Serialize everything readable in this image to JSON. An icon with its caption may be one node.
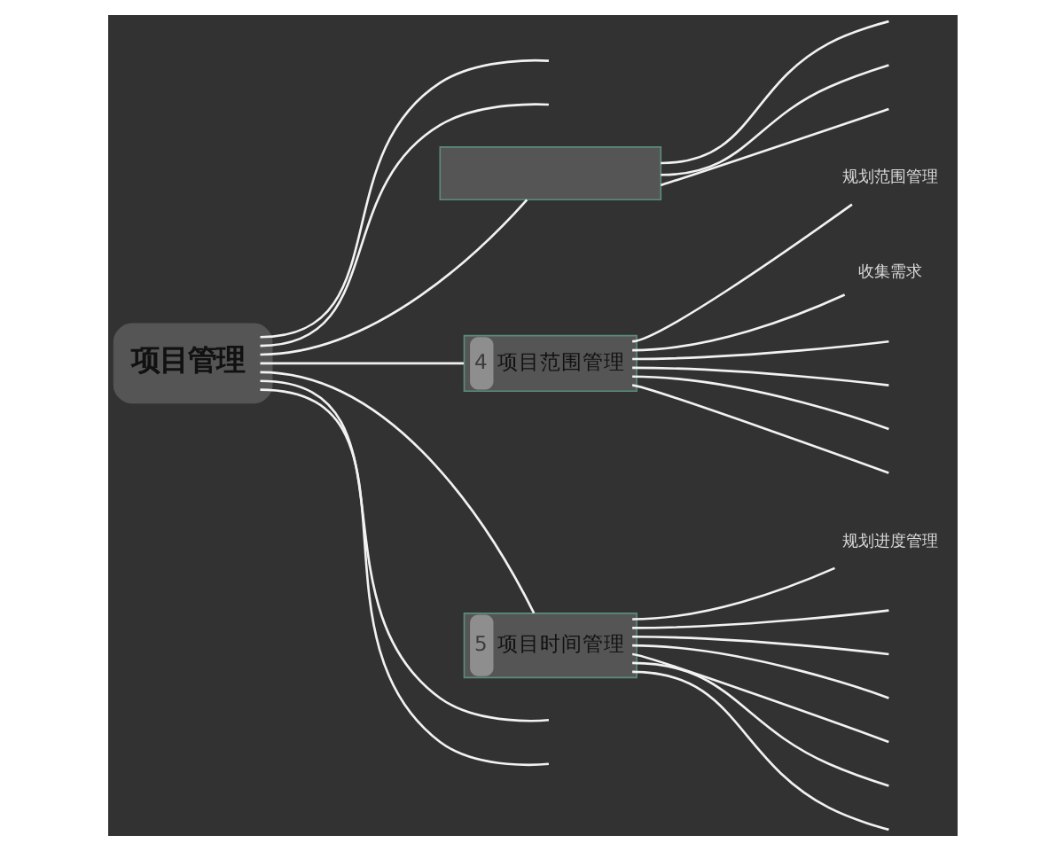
{
  "diagram": {
    "nodes": [
      {
        "text": [
          "项目管理"
        ]
      },
      {
        "text": [],
        "shape": "box"
      },
      {
        "text": [
          "4",
          "项目范围管理"
        ]
      },
      {
        "text": [
          "规划范围管理"
        ]
      },
      {
        "text": [
          "收集需求"
        ]
      },
      {
        "text": [
          "5",
          "项目时间管理"
        ]
      },
      {
        "text": [
          "规划进度管理"
        ]
      }
    ],
    "edges": [
      {
        "from": 0,
        "to": null,
        "arrow": "none"
      },
      {
        "from": 0,
        "to": null,
        "arrow": "none"
      },
      {
        "from": 0,
        "to": 1,
        "arrow": "none"
      },
      {
        "from": 1,
        "to": null,
        "arrow": "none"
      },
      {
        "from": 1,
        "to": null,
        "arrow": "none"
      },
      {
        "from": 1,
        "to": null,
        "arrow": "none"
      },
      {
        "from": 0,
        "to": 2,
        "arrow": "none"
      },
      {
        "from": 2,
        "to": 3,
        "arrow": "none"
      },
      {
        "from": 2,
        "to": 4,
        "arrow": "none"
      },
      {
        "from": 2,
        "to": null,
        "arrow": "none"
      },
      {
        "from": 2,
        "to": null,
        "arrow": "none"
      },
      {
        "from": 2,
        "to": null,
        "arrow": "none"
      },
      {
        "from": 2,
        "to": null,
        "arrow": "none"
      },
      {
        "from": 0,
        "to": 5,
        "arrow": "none"
      },
      {
        "from": 5,
        "to": 6,
        "arrow": "none"
      },
      {
        "from": 5,
        "to": null,
        "arrow": "none"
      },
      {
        "from": 5,
        "to": null,
        "arrow": "none"
      },
      {
        "from": 5,
        "to": null,
        "arrow": "none"
      },
      {
        "from": 5,
        "to": null,
        "arrow": "none"
      },
      {
        "from": 5,
        "to": null,
        "arrow": "none"
      },
      {
        "from": 5,
        "to": null,
        "arrow": "none"
      },
      {
        "from": 0,
        "to": null,
        "arrow": "none"
      },
      {
        "from": 0,
        "to": null,
        "arrow": "none"
      }
    ]
  }
}
